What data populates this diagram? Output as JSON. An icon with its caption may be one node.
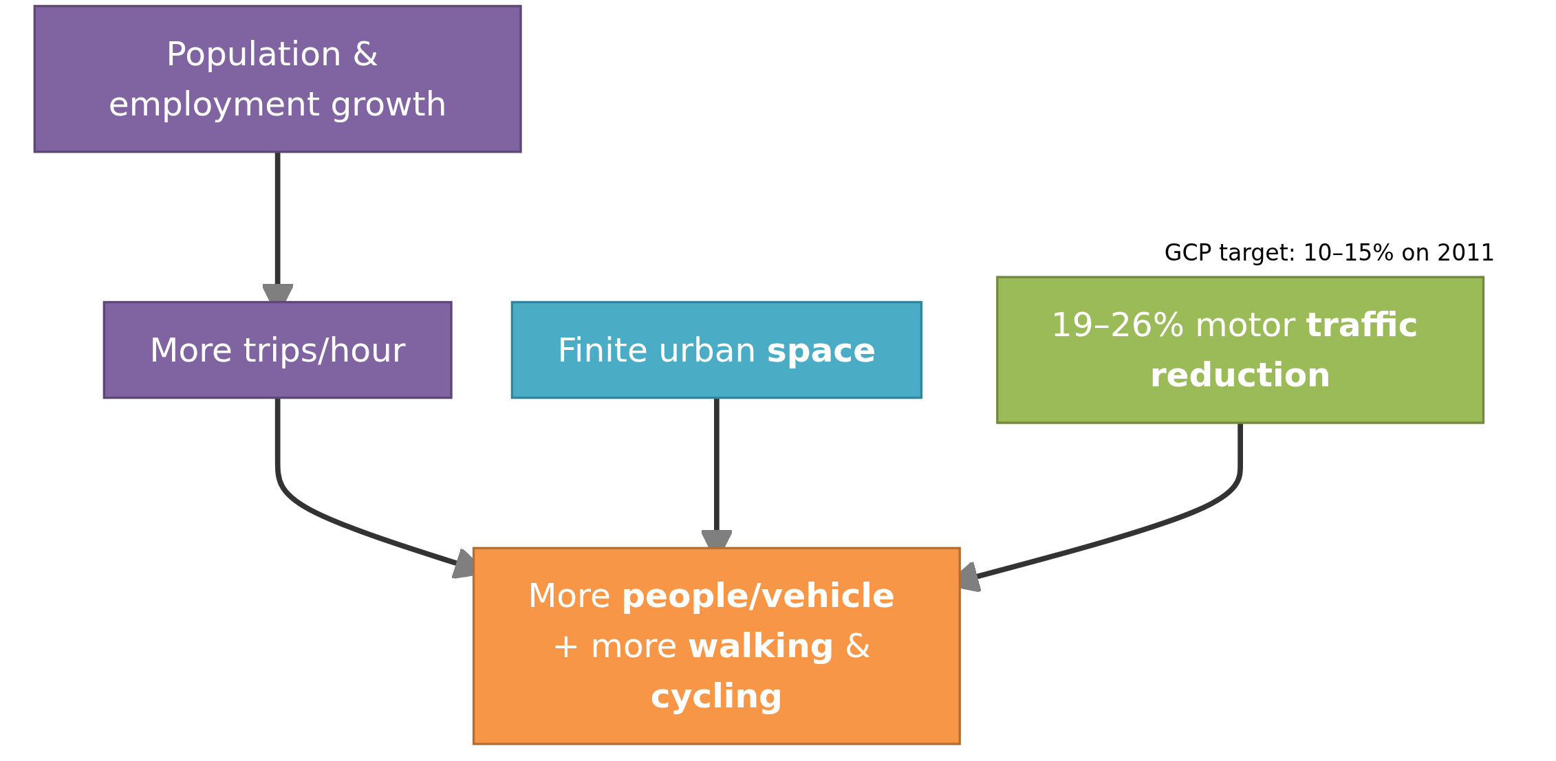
{
  "diagram": {
    "nodes": [
      {
        "text": [
          "Population & employment growth"
        ]
      },
      {
        "text": [
          "More trips/hour"
        ]
      },
      {
        "text": [
          "Finite urban **space**"
        ]
      },
      {
        "text": [
          "19–26% motor **traffic reduction**"
        ],
        "beside": [
          "GCP target: 10–15% on 2011"
        ]
      },
      {
        "text": [
          "More **people/vehicle** + more **walking** & **cycling**"
        ]
      }
    ],
    "edges": [
      {
        "from": 0,
        "to": 1,
        "arrow": "to"
      },
      {
        "from": 1,
        "to": 4,
        "arrow": "to"
      },
      {
        "from": 2,
        "to": 4,
        "arrow": "to"
      },
      {
        "from": 3,
        "to": 4,
        "arrow": "to"
      }
    ]
  }
}
